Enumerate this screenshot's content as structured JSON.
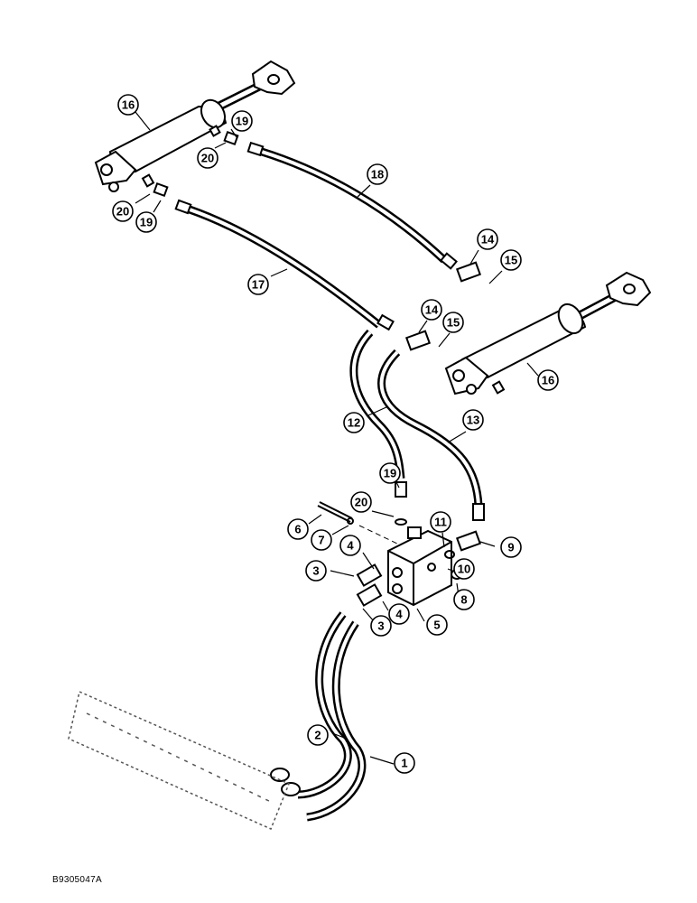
{
  "diagram": {
    "document_id": "B9305047A",
    "callouts": [
      {
        "id": "c16a",
        "label": "16"
      },
      {
        "id": "c19a",
        "label": "19"
      },
      {
        "id": "c20a",
        "label": "20"
      },
      {
        "id": "c20b",
        "label": "20"
      },
      {
        "id": "c19b",
        "label": "19"
      },
      {
        "id": "c18",
        "label": "18"
      },
      {
        "id": "c14a",
        "label": "14"
      },
      {
        "id": "c15a",
        "label": "15"
      },
      {
        "id": "c17",
        "label": "17"
      },
      {
        "id": "c14b",
        "label": "14"
      },
      {
        "id": "c15b",
        "label": "15"
      },
      {
        "id": "c16b",
        "label": "16"
      },
      {
        "id": "c12",
        "label": "12"
      },
      {
        "id": "c13",
        "label": "13"
      },
      {
        "id": "c19c",
        "label": "19"
      },
      {
        "id": "c20c",
        "label": "20"
      },
      {
        "id": "c6",
        "label": "6"
      },
      {
        "id": "c7",
        "label": "7"
      },
      {
        "id": "c11",
        "label": "11"
      },
      {
        "id": "c9",
        "label": "9"
      },
      {
        "id": "c4a",
        "label": "4"
      },
      {
        "id": "c3a",
        "label": "3"
      },
      {
        "id": "c10",
        "label": "10"
      },
      {
        "id": "c8",
        "label": "8"
      },
      {
        "id": "c4b",
        "label": "4"
      },
      {
        "id": "c3b",
        "label": "3"
      },
      {
        "id": "c5",
        "label": "5"
      },
      {
        "id": "c2",
        "label": "2"
      },
      {
        "id": "c1",
        "label": "1"
      }
    ]
  }
}
